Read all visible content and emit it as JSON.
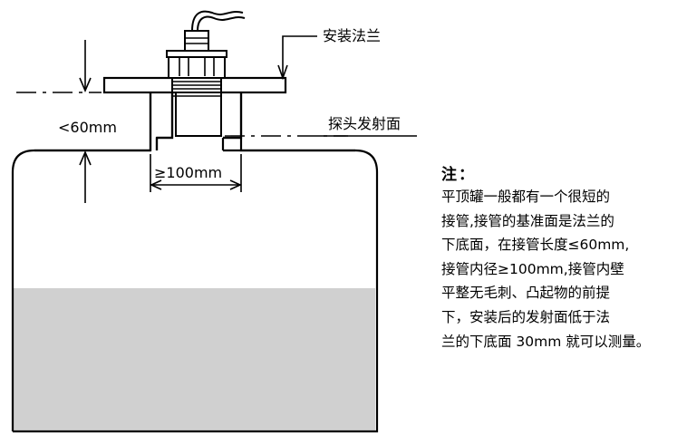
{
  "labels": {
    "flange": "安装法兰",
    "emit_face": "探头发射面",
    "pipe_length": "<60mm",
    "pipe_diameter": "≥100mm"
  },
  "note": {
    "title": "注：",
    "lines": [
      "平顶罐一般都有一个很短的",
      "接管,接管的基准面是法兰的",
      "下底面，在接管长度≤60mm,",
      "接管内径≥100mm,接管内壁",
      "平整无毛刺、凸起物的前提",
      "下，安装后的发射面低于法",
      "兰的下底面 30mm 就可以测量。"
    ]
  },
  "colors": {
    "line": "#000000",
    "liquid": "#d0d0d0"
  }
}
